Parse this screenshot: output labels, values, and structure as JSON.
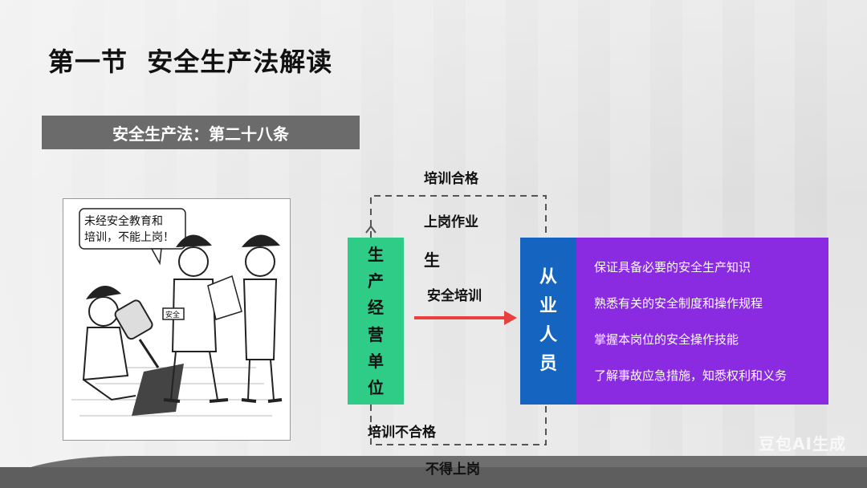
{
  "title": "第一节  安全生产法解读",
  "subtitle": "安全生产法：第二十八条",
  "cartoon": {
    "speech": [
      "未经安全教育和",
      "培训，不能上岗！"
    ],
    "badge": "安全"
  },
  "flow": {
    "top_labels": [
      "培训合格",
      "上岗作业"
    ],
    "side_char": "生",
    "arrow_label": "安全培训",
    "bottom_labels": [
      "培训不合格",
      "不得上岗"
    ]
  },
  "unit_box": {
    "chars": [
      "生",
      "产",
      "经",
      "营",
      "单",
      "位"
    ],
    "color": "#2ecc87"
  },
  "staff_box": {
    "chars": [
      "从",
      "业",
      "人",
      "员"
    ],
    "color": "#1565c0"
  },
  "requirements": {
    "color": "#8a2be2",
    "items": [
      "保证具备必要的安全生产知识",
      "熟悉有关的安全制度和操作规程",
      "掌握本岗位的安全操作技能",
      "了解事故应急措施，知悉权利和义务"
    ]
  },
  "watermark": "豆包AI生成",
  "colors": {
    "arrow": "#e8403c"
  }
}
